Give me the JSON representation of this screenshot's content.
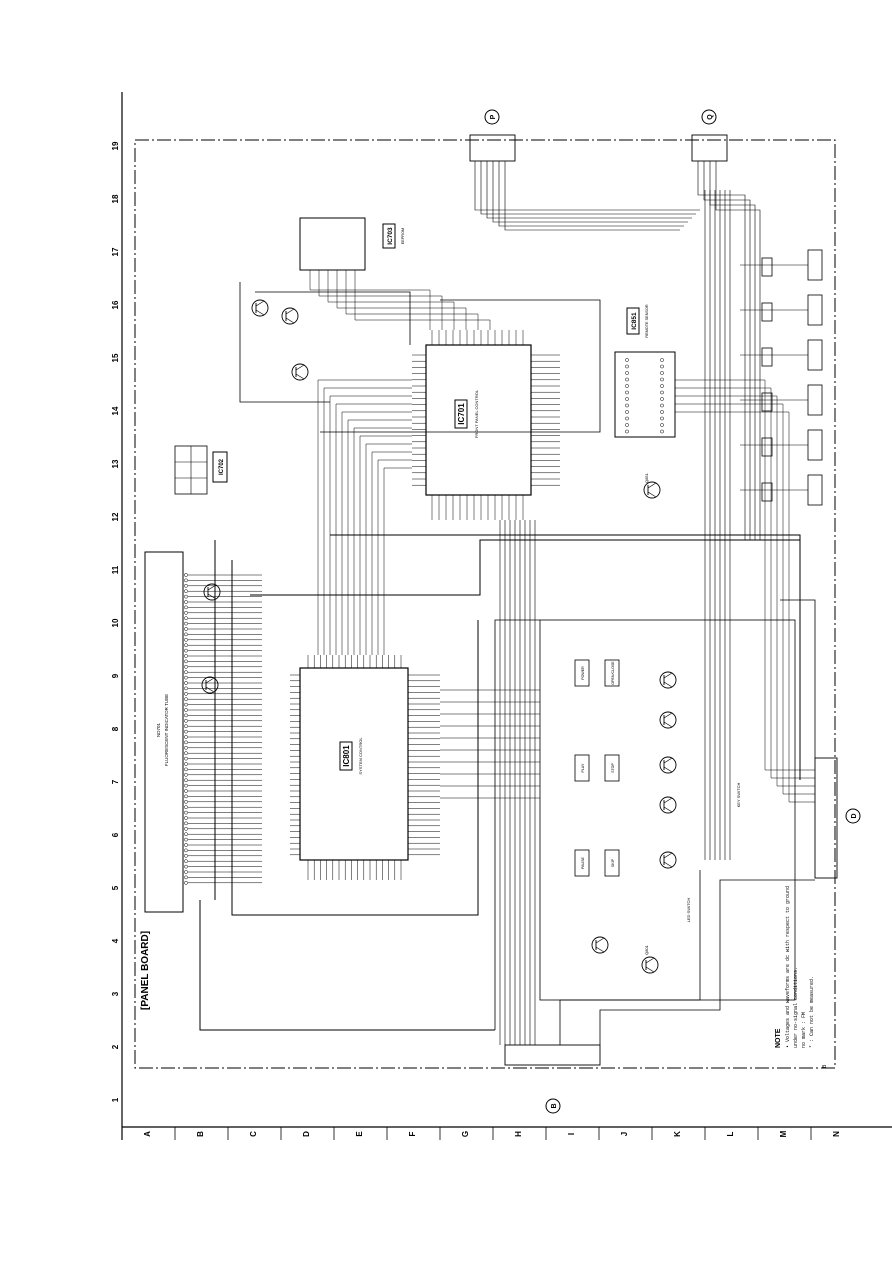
{
  "title": "[PANEL BOARD]",
  "grid": {
    "columns": [
      "1",
      "2",
      "3",
      "4",
      "5",
      "6",
      "7",
      "8",
      "9",
      "10",
      "11",
      "12",
      "13",
      "14",
      "15",
      "16",
      "17",
      "18",
      "19"
    ],
    "rows": [
      "A",
      "B",
      "C",
      "D",
      "E",
      "F",
      "G",
      "H",
      "I",
      "J",
      "K",
      "L",
      "M",
      "N"
    ]
  },
  "connectors": {
    "p": "P",
    "q": "Q",
    "b": "B",
    "d": "D"
  },
  "ics": {
    "ic801": "IC801",
    "ic701": "IC701",
    "ic702": "IC702",
    "ic703": "IC703",
    "ic851": "IC851"
  },
  "component_labels": {
    "fl_tube": "FLUORESCENT INDICATOR TUBE",
    "fl_ref": "ND701",
    "ic801_desc": "SYSTEM CONTROL",
    "ic701_desc": "FRONT PANEL CONTROL",
    "ic703_desc": "EEPROM",
    "ic851_desc": "REMOTE SENSOR",
    "led_switch": "LED SWITCH",
    "q851": "Q851",
    "q801": "Q801",
    "key_switch": "KEY SWITCH",
    "switches": [
      "POWER",
      "OPEN/CLOSE",
      "PLAY",
      "STOP",
      "PAUSE",
      "SKIP"
    ]
  },
  "note": {
    "heading": "NOTE",
    "lines": [
      "• Voltages and waveforms are dc with respect to ground",
      "  under no-signal conditions.",
      "  no mark : FM",
      "  * : Can not be measured."
    ]
  },
  "page_mark": "B"
}
